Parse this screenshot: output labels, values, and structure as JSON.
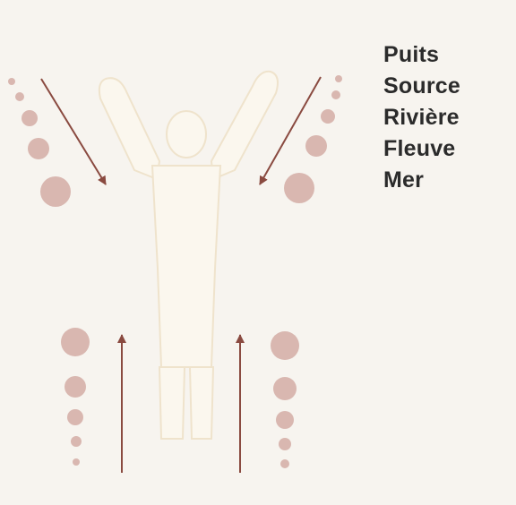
{
  "legend": {
    "items": [
      "Puits",
      "Source",
      "Rivière",
      "Fleuve",
      "Mer"
    ]
  },
  "colors": {
    "background": "#f7f4ef",
    "circle": "#d9b7b0",
    "arrow": "#8a4a40",
    "figure_fill": "#fbf7ee",
    "figure_stroke": "#efe3cc",
    "text": "#2b2b2b"
  }
}
